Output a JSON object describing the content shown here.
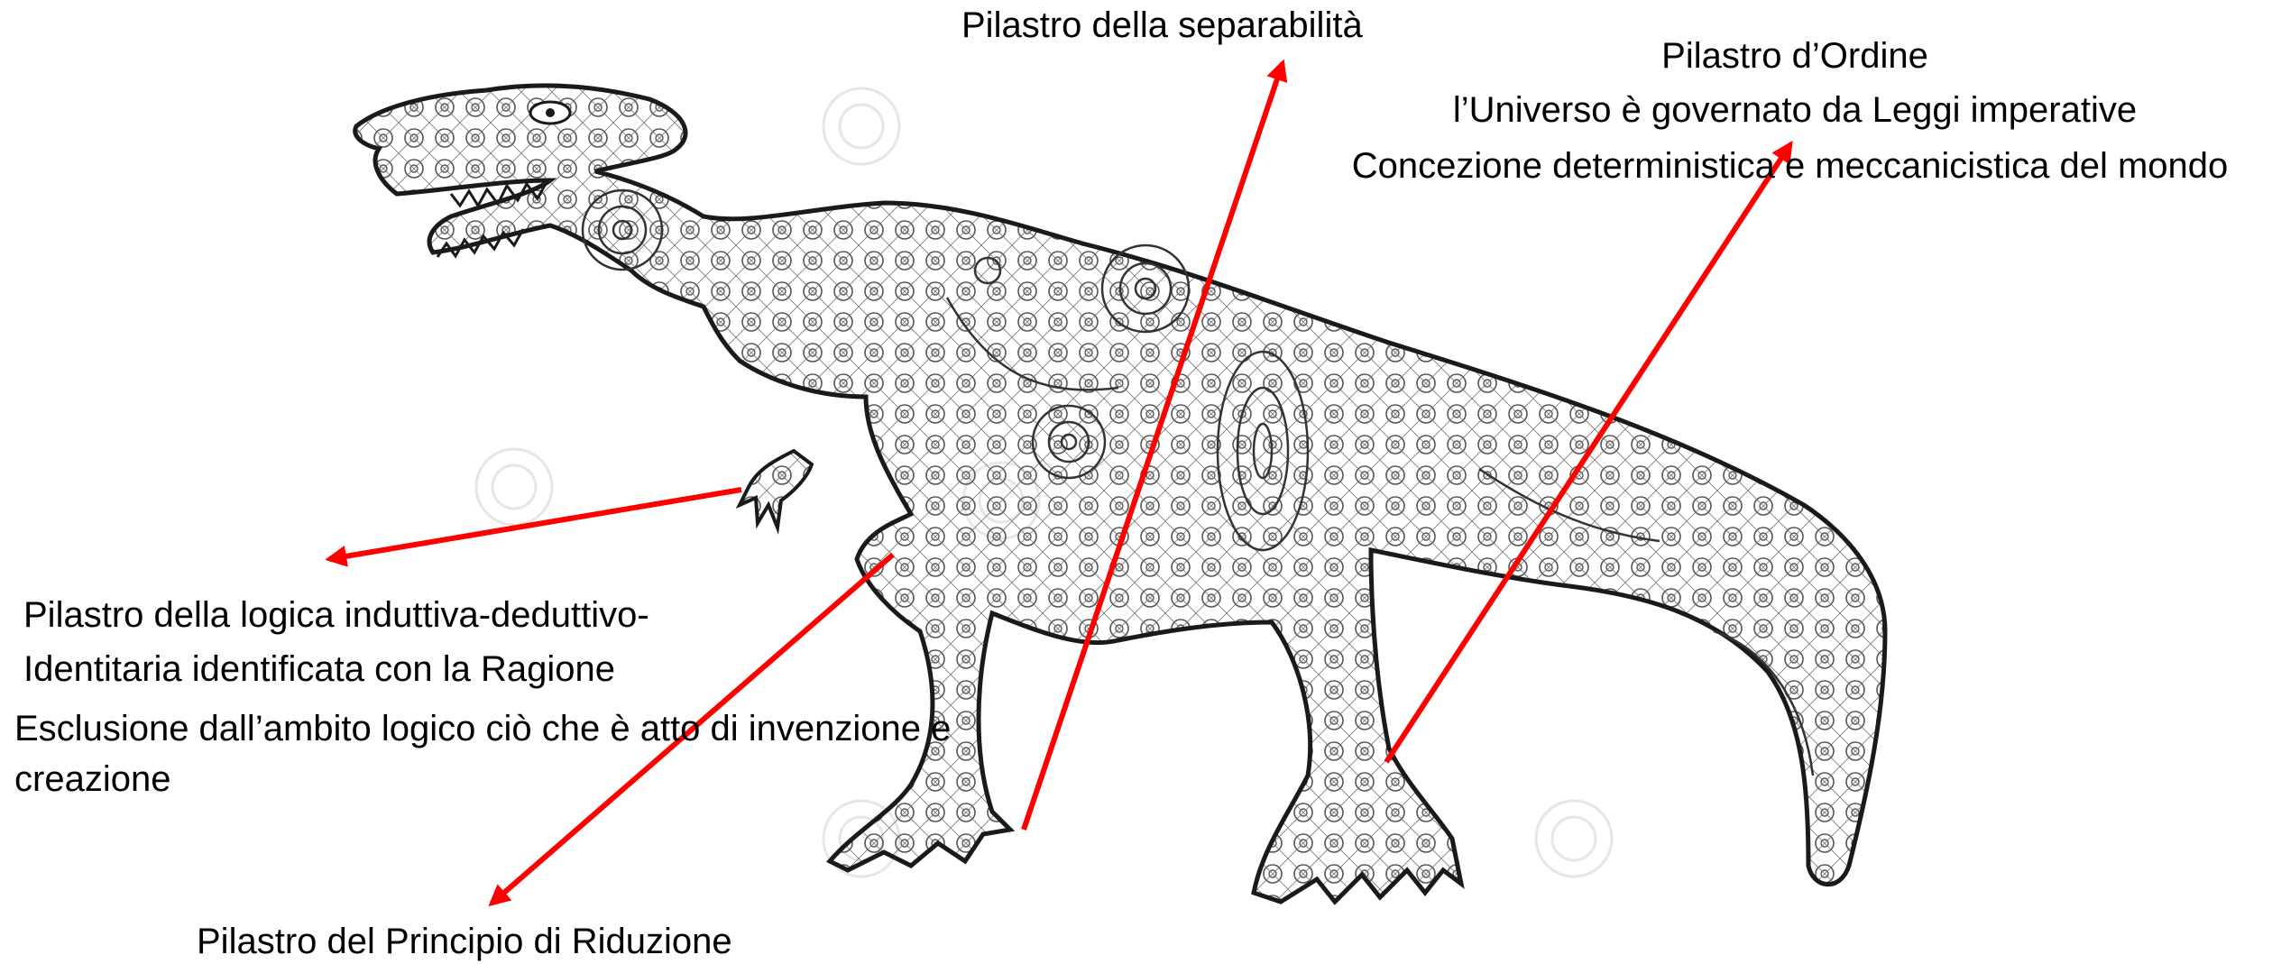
{
  "labels": {
    "separability": "Pilastro della separabilità",
    "order_title": "Pilastro d’Ordine",
    "order_line1": "l’Universo è governato da Leggi imperative",
    "order_line2": "Concezione deterministica e meccanicistica del mondo",
    "logic_line1": "Pilastro della logica induttiva-deduttivo-",
    "logic_line2": "Identitaria identificata con la Ragione",
    "logic_line3": "Esclusione dall’ambito logico ciò che è atto di invenzione e",
    "logic_line4": "creazione",
    "reduction": "Pilastro del Principio di Riduzione"
  },
  "colors": {
    "arrow": "#ff0000",
    "outline": "#1a1a1a",
    "pattern": "#555555",
    "watermark": "#e6e6e6"
  },
  "image": {
    "subject": "dinosaur-icon",
    "style": "zentangle line art"
  }
}
